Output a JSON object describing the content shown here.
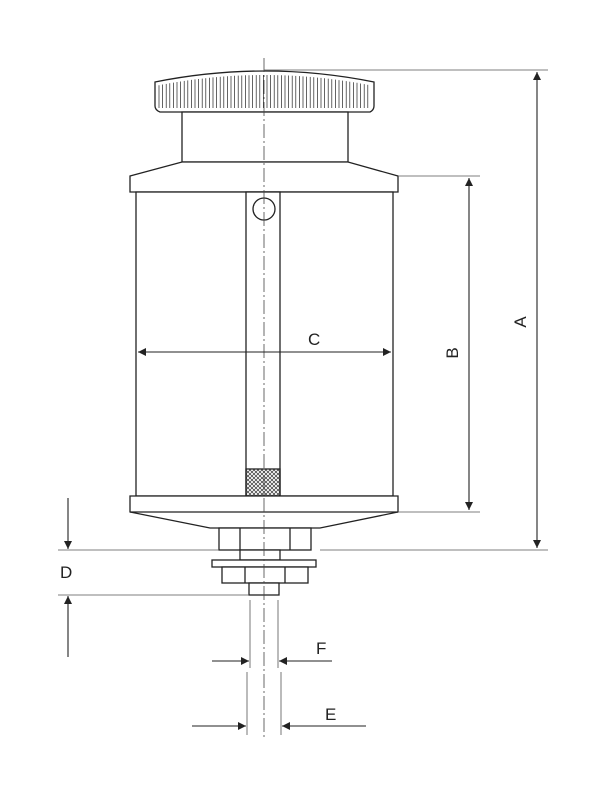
{
  "diagram": {
    "colors": {
      "line": "#222222",
      "dim_line": "#555555",
      "background": "#ffffff",
      "hatch": "#333333"
    },
    "dimension_labels": {
      "A": "A",
      "B": "B",
      "C": "C",
      "D": "D",
      "E": "E",
      "F": "F"
    }
  }
}
